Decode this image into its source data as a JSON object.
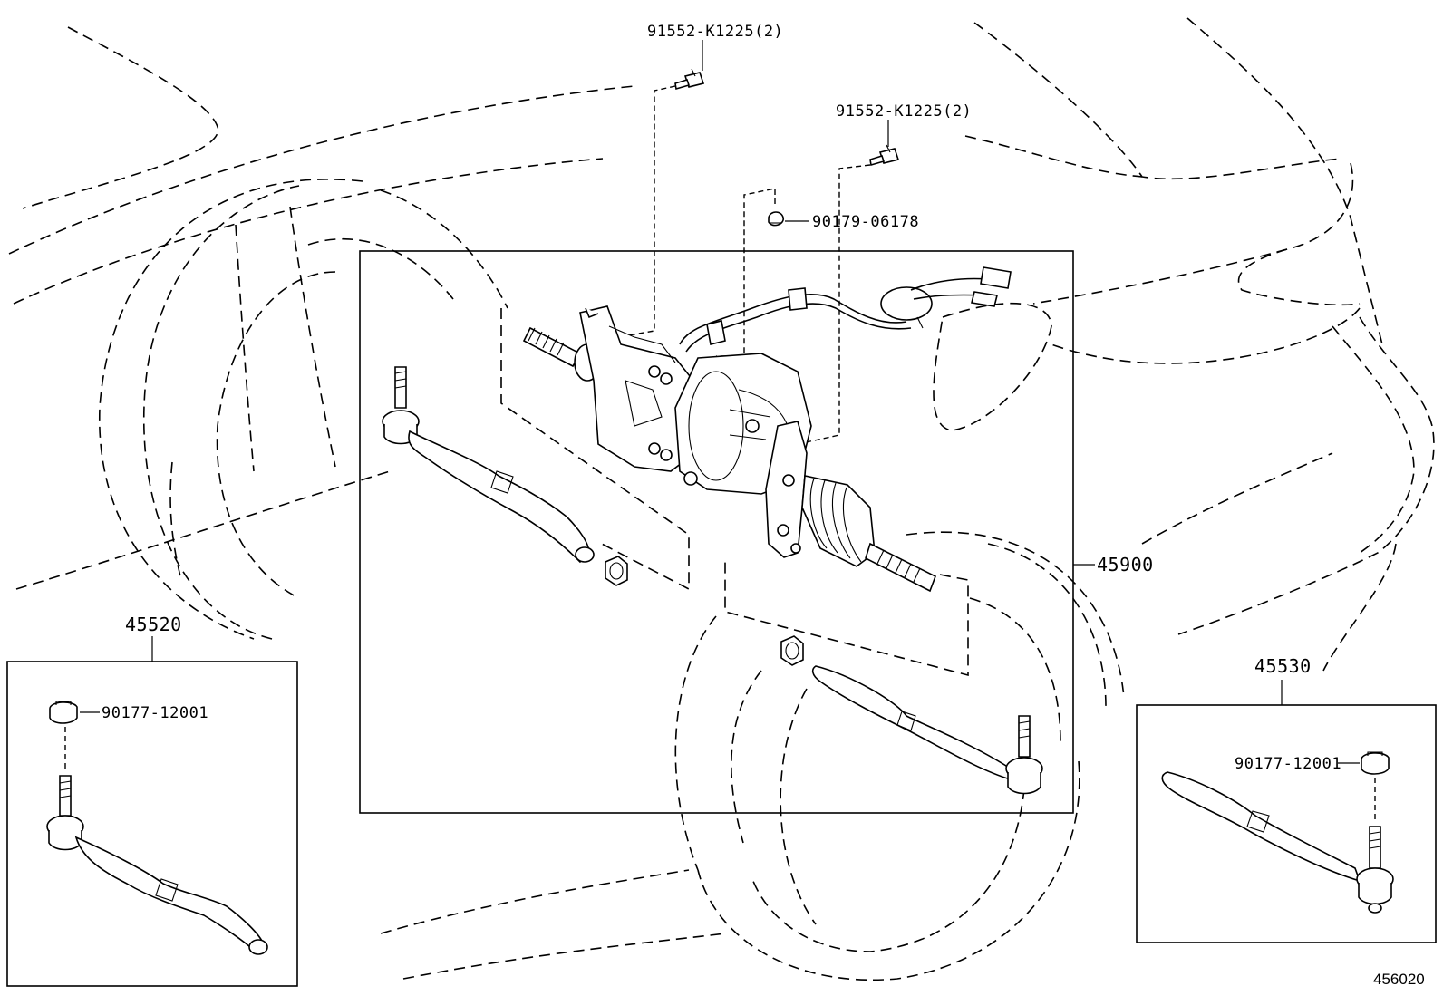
{
  "callouts": {
    "bolt_upper_left": "91552-K1225(2)",
    "bolt_upper_right": "91552-K1225(2)",
    "clip": "90179-06178",
    "gear_assembly": "45900",
    "tie_rod_left": "45520",
    "nut_left": "90177-12001",
    "tie_rod_right": "45530",
    "nut_right": "90177-12001",
    "illustration_number": "456020"
  }
}
